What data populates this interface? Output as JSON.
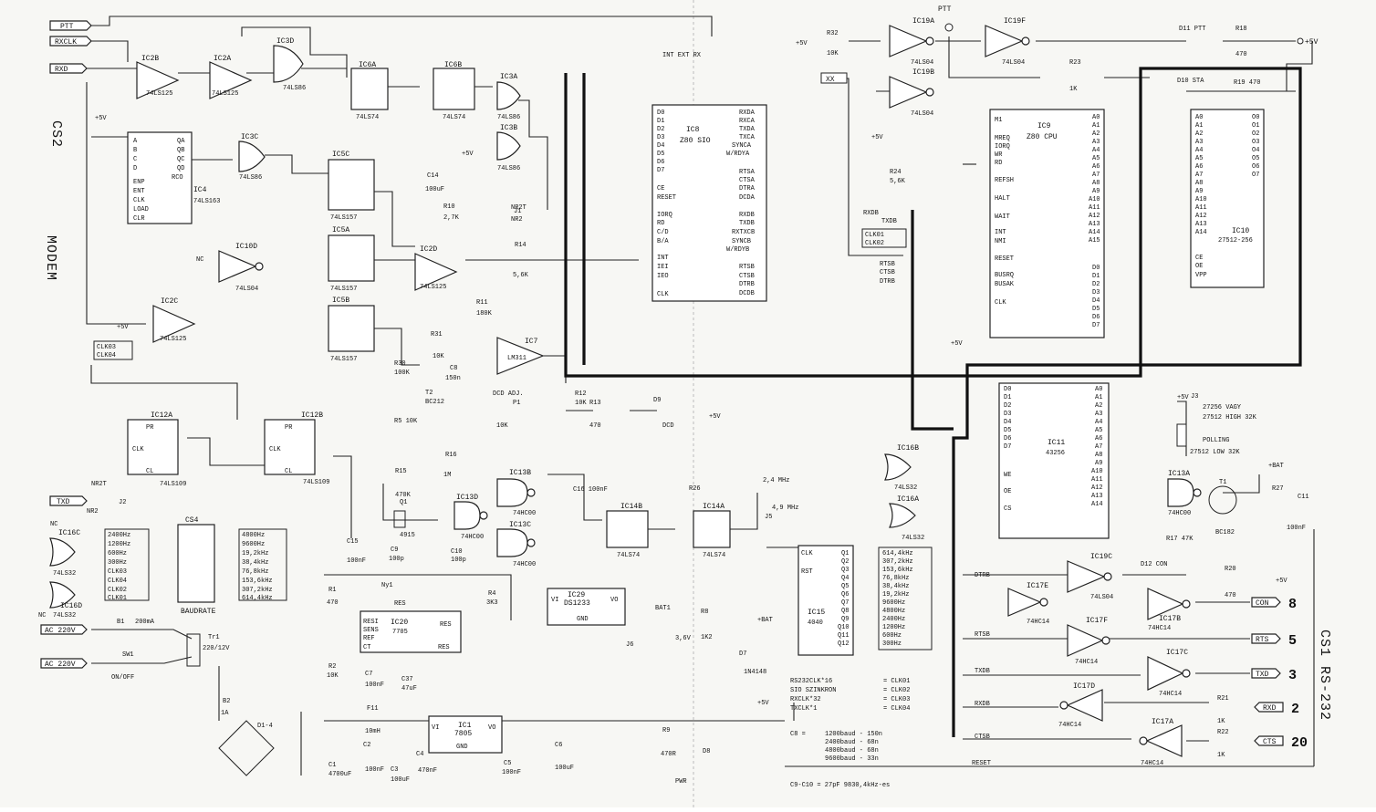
{
  "regions": {
    "modem": "MODEM",
    "cs2": "CS2",
    "cs1": "CS1 RS-232"
  },
  "chips": [
    {
      "id": "ic2b",
      "name": "IC2B",
      "part": "74LS125"
    },
    {
      "id": "ic2a",
      "name": "IC2A",
      "part": "74LS125"
    },
    {
      "id": "ic3d",
      "name": "IC3D",
      "part": "74LS86"
    },
    {
      "id": "ic6a",
      "name": "IC6A",
      "part": "74LS74"
    },
    {
      "id": "ic6b",
      "name": "IC6B",
      "part": "74LS74"
    },
    {
      "id": "ic3a",
      "name": "IC3A",
      "part": "74LS86"
    },
    {
      "id": "ic3b",
      "name": "IC3B",
      "part": "74LS86"
    },
    {
      "id": "ic3c",
      "name": "IC3C",
      "part": "74LS86"
    },
    {
      "id": "ic4",
      "name": "IC4",
      "part": "74LS163"
    },
    {
      "id": "ic5c",
      "name": "IC5C",
      "part": "74LS157"
    },
    {
      "id": "ic5a",
      "name": "IC5A",
      "part": "74LS157"
    },
    {
      "id": "ic5b",
      "name": "IC5B",
      "part": "74LS157"
    },
    {
      "id": "ic10d",
      "name": "IC10D",
      "part": "74LS04"
    },
    {
      "id": "ic2d",
      "name": "IC2D",
      "part": "74LS125"
    },
    {
      "id": "ic2c",
      "name": "IC2C",
      "part": "74LS125"
    },
    {
      "id": "ic7",
      "name": "IC7",
      "part": "LM311"
    },
    {
      "id": "ic12a",
      "name": "IC12A",
      "part": "74LS109"
    },
    {
      "id": "ic12b",
      "name": "IC12B",
      "part": "74LS109"
    },
    {
      "id": "ic8",
      "name": "IC8",
      "part": "Z80 SIO"
    },
    {
      "id": "ic9",
      "name": "IC9",
      "part": "Z80 CPU"
    },
    {
      "id": "ic10",
      "name": "IC10",
      "part": "27512-256"
    },
    {
      "id": "ic11",
      "name": "IC11",
      "part": "43256"
    },
    {
      "id": "ic19a",
      "name": "IC19A",
      "part": "74LS04"
    },
    {
      "id": "ic19f",
      "name": "IC19F",
      "part": "74LS04"
    },
    {
      "id": "ic19b",
      "name": "IC19B",
      "part": "74LS04"
    },
    {
      "id": "ic19c",
      "name": "IC19C",
      "part": "74LS04"
    },
    {
      "id": "ic13b",
      "name": "IC13B",
      "part": "74HC00"
    },
    {
      "id": "ic13c",
      "name": "IC13C",
      "part": "74HC00"
    },
    {
      "id": "ic13d",
      "name": "IC13D",
      "part": "74HC00"
    },
    {
      "id": "ic13a",
      "name": "IC13A",
      "part": "74HC00"
    },
    {
      "id": "ic14b",
      "name": "IC14B",
      "part": "74LS74"
    },
    {
      "id": "ic14a",
      "name": "IC14A",
      "part": "74LS74"
    },
    {
      "id": "ic15",
      "name": "IC15",
      "part": "4040"
    },
    {
      "id": "ic16b",
      "name": "IC16B",
      "part": "74LS32"
    },
    {
      "id": "ic16a",
      "name": "IC16A",
      "part": "74LS32"
    },
    {
      "id": "ic16c",
      "name": "IC16C",
      "part": "74LS32"
    },
    {
      "id": "ic16d",
      "name": "IC16D",
      "part": "74LS32"
    },
    {
      "id": "ic17e",
      "name": "IC17E",
      "part": "74HC14"
    },
    {
      "id": "ic17b",
      "name": "IC17B",
      "part": "74HC14"
    },
    {
      "id": "ic17f",
      "name": "IC17F",
      "part": "74HC14"
    },
    {
      "id": "ic17c",
      "name": "IC17C",
      "part": "74HC14"
    },
    {
      "id": "ic17d",
      "name": "IC17D",
      "part": "74HC14"
    },
    {
      "id": "ic17a",
      "name": "IC17A",
      "part": "74HC14"
    },
    {
      "id": "ic20",
      "name": "IC20",
      "part": "7705"
    },
    {
      "id": "ic29",
      "name": "IC29",
      "part": "DS1233"
    },
    {
      "id": "ic1",
      "name": "IC1",
      "part": "7805"
    }
  ],
  "connectors": {
    "ptt_in": "PTT",
    "rxclk": "RXCLK",
    "rxd": "RXD",
    "txd": "TXD",
    "ac1": "AC 220V",
    "ac2": "AC 220V",
    "ptt_top": "PTT",
    "plus5v": "+5V",
    "xx": "XX"
  },
  "rs232": [
    {
      "sig": "CON",
      "pin": "8"
    },
    {
      "sig": "RTS",
      "pin": "5"
    },
    {
      "sig": "TXD",
      "pin": "3"
    },
    {
      "sig": "RXD",
      "pin": "2"
    },
    {
      "sig": "CTS",
      "pin": "20"
    }
  ],
  "baudrate": {
    "title": "BAUDRATE",
    "left": [
      "2400Hz",
      "1200Hz",
      "600Hz",
      "300Hz",
      "CLK03",
      "CLK04",
      "CLK02",
      "CLK01"
    ],
    "right": [
      "4800Hz",
      "9600Hz",
      "19,2kHz",
      "38,4kHz",
      "76,8kHz",
      "153,6kHz",
      "307,2kHz",
      "614,4kHz"
    ]
  },
  "ic15_outputs": [
    "614,4kHz",
    "307,2kHz",
    "153,6kHz",
    "76,8kHz",
    "38,4kHz",
    "19,2kHz",
    "9600Hz",
    "4800Hz",
    "2400Hz",
    "1200Hz",
    "600Hz",
    "300Hz"
  ],
  "clock_notes": [
    {
      "a": "RS232CLK*16",
      "b": "= CLK01"
    },
    {
      "a": "SIO SZINKRON",
      "b": "= CLK02"
    },
    {
      "a": "RXCLK*32",
      "b": "= CLK03"
    },
    {
      "a": "TXCLK*1",
      "b": "= CLK04"
    }
  ],
  "c8_notes": {
    "head": "C8 =",
    "rows": [
      "1200baud - 150n",
      "2400baud - 68n",
      "4800baud - 68n",
      "9600baud - 33n"
    ]
  },
  "c9_note": "C9-C10 =     27pF    9830,4kHz-es",
  "eprom_note": [
    "27256 VAGY",
    "27512 HIGH 32K",
    "POLLING",
    "27512 LOW 32K"
  ],
  "misc": {
    "transformer": "220/12V",
    "fuse": "200mA",
    "sw1": "ON/OFF",
    "b1": "B1",
    "sw_name": "SW1",
    "t1": "T1",
    "bat": "BAT1",
    "bat_v": "3,6V",
    "d7": "1N4148",
    "pwr": "PWR",
    "reset": "RESET",
    "mhz1": "2,4 MHz",
    "mhz2": "4,9 MHz",
    "quartz": "4915",
    "dcd": "DCD",
    "dcd_adj": "DCD ADJ.",
    "int_ext": "INT  EXT RX"
  }
}
